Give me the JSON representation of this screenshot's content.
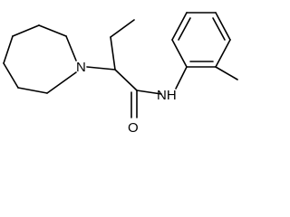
{
  "structure": {
    "atom_labels": {
      "ring_nitrogen": "N",
      "amide_nitrogen_hydrogen": "NH",
      "carbonyl_oxygen": "O"
    }
  },
  "colors": {
    "bond": "#000000",
    "label": "#000000",
    "background": "#ffffff"
  }
}
